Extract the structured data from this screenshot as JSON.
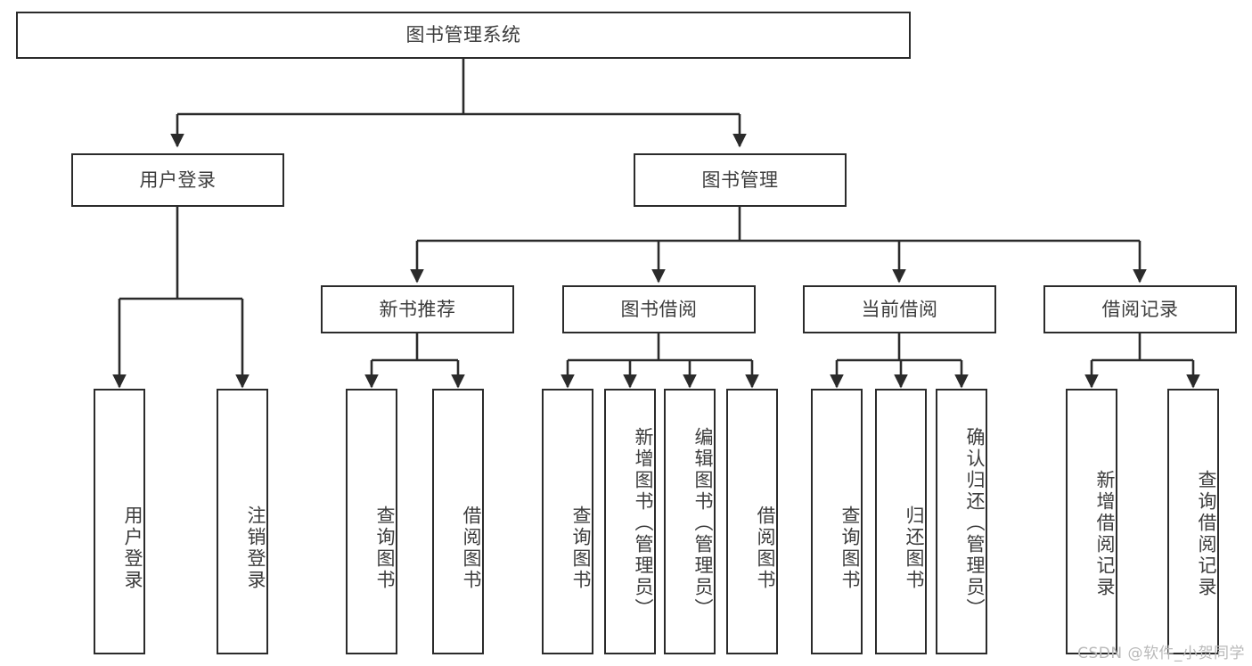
{
  "diagram": {
    "title": "图书管理系统",
    "type": "tree-hierarchy-chart",
    "watermark": "CSDN @软件_小贺同学",
    "colors": {
      "box_border": "#2b2b2b",
      "box_fill": "#ffffff",
      "text": "#3d3d3d",
      "edge": "#2b2b2b",
      "background": "#ffffff",
      "watermark": "#b9b9b9"
    },
    "nodes": {
      "root": {
        "label": "图书管理系统",
        "orientation": "horizontal"
      },
      "level2": [
        {
          "id": "user-login",
          "label": "用户登录",
          "orientation": "horizontal"
        },
        {
          "id": "book-management",
          "label": "图书管理",
          "orientation": "horizontal"
        }
      ],
      "level3": [
        {
          "id": "new-book-recommend",
          "label": "新书推荐",
          "orientation": "horizontal"
        },
        {
          "id": "book-borrow",
          "label": "图书借阅",
          "orientation": "horizontal"
        },
        {
          "id": "current-borrow",
          "label": "当前借阅",
          "orientation": "horizontal"
        },
        {
          "id": "borrow-record",
          "label": "借阅记录",
          "orientation": "horizontal"
        }
      ],
      "leaves": [
        {
          "id": "leaf-user-login",
          "label": "用户登录",
          "parent": "user-login",
          "orientation": "vertical"
        },
        {
          "id": "leaf-logout-login",
          "label": "注销登录",
          "parent": "user-login",
          "orientation": "vertical"
        },
        {
          "id": "leaf-query-book-1",
          "label": "查询图书",
          "parent": "new-book-recommend",
          "orientation": "vertical"
        },
        {
          "id": "leaf-borrow-book-1",
          "label": "借阅图书",
          "parent": "new-book-recommend",
          "orientation": "vertical"
        },
        {
          "id": "leaf-query-book-2",
          "label": "查询图书",
          "parent": "book-borrow",
          "orientation": "vertical"
        },
        {
          "id": "leaf-add-book-admin",
          "label": "新增图书（管理员）",
          "parent": "book-borrow",
          "orientation": "vertical"
        },
        {
          "id": "leaf-edit-book-admin",
          "label": "编辑图书（管理员）",
          "parent": "book-borrow",
          "orientation": "vertical"
        },
        {
          "id": "leaf-borrow-book-2",
          "label": "借阅图书",
          "parent": "book-borrow",
          "orientation": "vertical"
        },
        {
          "id": "leaf-query-book-3",
          "label": "查询图书",
          "parent": "current-borrow",
          "orientation": "vertical"
        },
        {
          "id": "leaf-return-book",
          "label": "归还图书",
          "parent": "current-borrow",
          "orientation": "vertical"
        },
        {
          "id": "leaf-confirm-return-admin",
          "label": "确认归还（管理员）",
          "parent": "current-borrow",
          "orientation": "vertical"
        },
        {
          "id": "leaf-add-borrow-record",
          "label": "新增借阅记录",
          "parent": "borrow-record",
          "orientation": "vertical"
        },
        {
          "id": "leaf-query-borrow-record",
          "label": "查询借阅记录",
          "parent": "borrow-record",
          "orientation": "vertical"
        }
      ]
    }
  }
}
